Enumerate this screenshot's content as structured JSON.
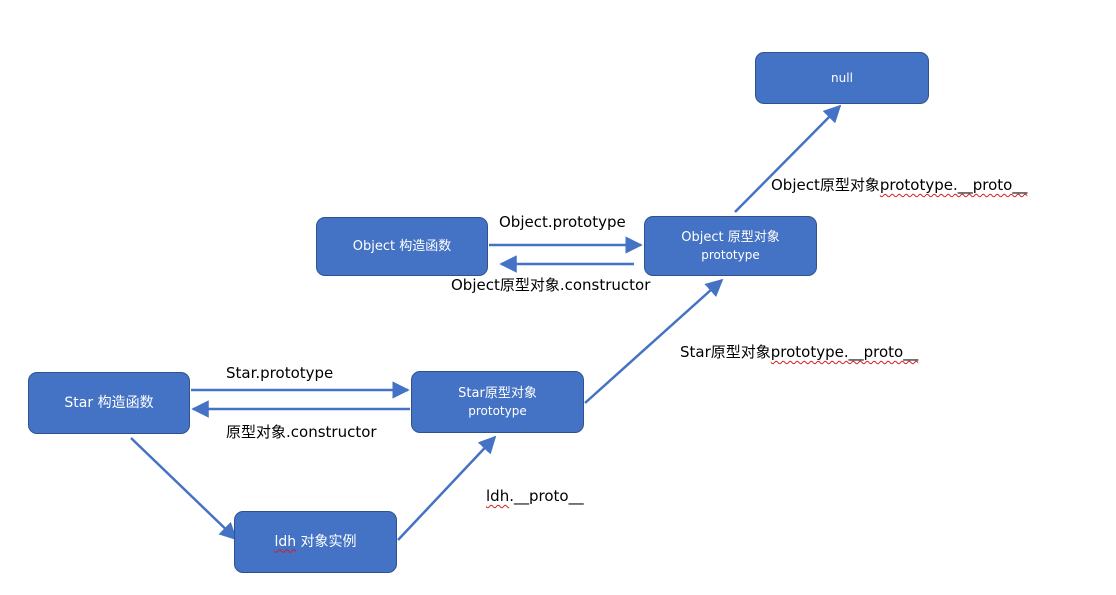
{
  "nodes": {
    "null_node": {
      "line1": "null"
    },
    "object_constructor": {
      "line1": "Object 构造函数"
    },
    "object_prototype": {
      "line1": "Object 原型对象",
      "line2": "prototype"
    },
    "star_constructor": {
      "line1": "Star 构造函数"
    },
    "star_prototype": {
      "line1": "Star原型对象",
      "line2": "prototype"
    },
    "ldh_instance": {
      "name": "ldh",
      "suffix": " 对象实例"
    }
  },
  "edges": {
    "object_proto_to_null": {
      "prefix": "Object原型对象",
      "squig": "prototype.__proto__"
    },
    "object_prototype_link": {
      "label": "Object.prototype"
    },
    "object_constructor_back": {
      "label": "Object原型对象.constructor"
    },
    "star_proto_to_object_proto": {
      "prefix": "Star原型对象",
      "squig": "prototype.__proto__"
    },
    "star_prototype_link": {
      "label": "Star.prototype"
    },
    "star_constructor_back": {
      "label": "原型对象.constructor"
    },
    "ldh_proto": {
      "squig": "ldh",
      "suffix": ".__proto__"
    }
  },
  "colors": {
    "node_fill": "#4472c4",
    "node_border": "#2f528f",
    "arrow": "#4472c4",
    "label_text": "#000000",
    "spell_underline": "#d02020"
  }
}
